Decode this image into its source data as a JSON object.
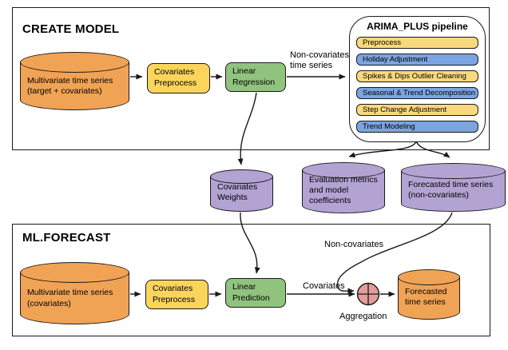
{
  "create_model": {
    "title": "CREATE MODEL",
    "source": "Multivariate time series\n(target + covariates)",
    "preprocess": "Covariates\nPreprocess",
    "model": "Linear\nRegression",
    "arrow_label": "Non-covariates\ntime series"
  },
  "pipeline": {
    "title": "ARIMA_PLUS pipeline",
    "steps": [
      "Preprocess",
      "Holiday Adjustment",
      "Spikes & Dips Outlier Cleaning",
      "Seasonal & Trend Decomposition",
      "Step Change Adjustment",
      "Trend Modeling"
    ]
  },
  "artifacts": {
    "covariates_weights": "Covariates\nWeights",
    "evaluation": "Evaluation metrics\nand model\ncoefficients",
    "forecast_noncovariates": "Forecasted time series\n(non-covariates)"
  },
  "ml_forecast": {
    "title": "ML.FORECAST",
    "source": "Multivariate time series\n(covariates)",
    "preprocess": "Covariates\nPreprocess",
    "model": "Linear\nPrediction",
    "covariates_label": "Covariates",
    "noncovariates_label": "Non-covariates",
    "aggregation_label": "Aggregation",
    "output": "Forecasted\ntime series"
  },
  "colors": {
    "orange": "#F1A355",
    "yellow": "#FBD45C",
    "yellow-light": "#FAD97E",
    "blue": "#7CA4E0",
    "green": "#90C47E",
    "purple": "#B3A3D3",
    "pink": "#E49B9B"
  }
}
